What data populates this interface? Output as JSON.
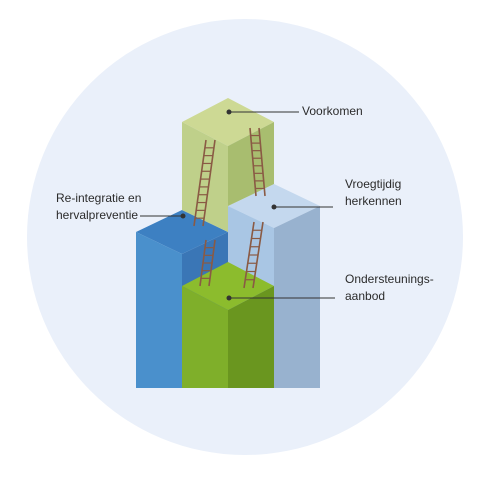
{
  "labels": {
    "voorkomen": [
      "Voorkomen"
    ],
    "vroegtijdig": [
      "Vroegtijdig",
      "herkennen"
    ],
    "reintegratie": [
      "Re-integratie en",
      "hervalpreventie"
    ],
    "ondersteuning": [
      "Ondersteunings-",
      "aanbod"
    ]
  },
  "colors": {
    "background_circle": "#eaf0fa",
    "leader_line": "#333333",
    "ladder": "#8a5a44",
    "blue_front": "#4a90cc",
    "blue_side": "#3a76b6",
    "blue_top": "#3d80c2",
    "lightblue_front": "#a9c6e4",
    "lightblue_side": "#98b2cf",
    "lightblue_top": "#c4d8ee",
    "lime_front": "#bfd08a",
    "lime_side": "#a8bd6f",
    "lime_top": "#cdd994",
    "green_front": "#7faf2a",
    "green_side": "#6a961f",
    "green_top": "#8cbc2d"
  }
}
